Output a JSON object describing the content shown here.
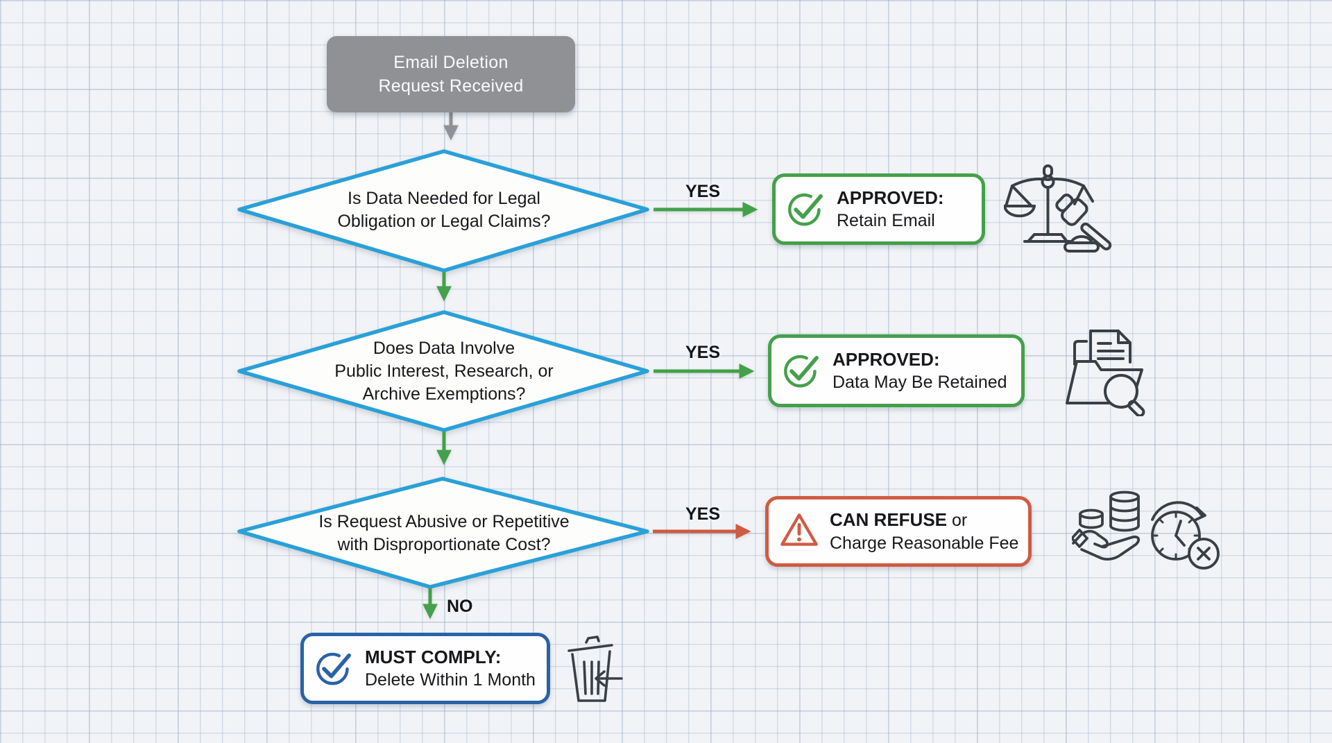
{
  "flowchart": {
    "start": {
      "line1": "Email Deletion",
      "line2": "Request Received"
    },
    "decisions": {
      "d1": {
        "line1": "Is Data Needed for Legal",
        "line2": "Obligation or Legal Claims?"
      },
      "d2": {
        "line1": "Does Data Involve",
        "line2": "Public Interest, Research, or",
        "line3": "Archive Exemptions?"
      },
      "d3": {
        "line1": "Is Request Abusive or Repetitive",
        "line2": "with Disproportionate Cost?"
      }
    },
    "outcomes": {
      "retain": {
        "title": "APPROVED:",
        "subtitle": "Retain Email"
      },
      "retain_data": {
        "title": "APPROVED:",
        "subtitle": "Data May Be Retained"
      },
      "refuse": {
        "title_bold": "CAN REFUSE",
        "title_rest": " or",
        "subtitle": "Charge Reasonable Fee"
      },
      "comply": {
        "title": "MUST COMPLY:",
        "subtitle": "Delete Within 1 Month"
      }
    },
    "edge_labels": {
      "yes1": "YES",
      "yes2": "YES",
      "yes3": "YES",
      "no": "NO"
    },
    "icons": {
      "retain": "check-circle",
      "retain_data": "check-circle",
      "refuse": "warning-triangle",
      "comply": "check-circle",
      "legal": "scales-and-gavel",
      "archive": "folder-document-magnifier",
      "fee": "hand-with-coins",
      "deadline": "clock-with-x",
      "delete": "trash-bin-arrow"
    },
    "colors": {
      "decision_border": "#2aa0d8",
      "approve_green": "#44a04a",
      "refuse_red": "#cf5b43",
      "comply_blue": "#2a62a8",
      "start_gray": "#8f9194",
      "icon_outline": "#3a3f45"
    }
  }
}
